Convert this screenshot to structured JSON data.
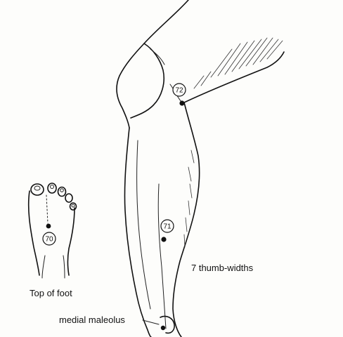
{
  "points": [
    {
      "id": "p72",
      "label": "72"
    },
    {
      "id": "p71",
      "label": "71"
    },
    {
      "id": "p70",
      "label": "70"
    }
  ],
  "labels": {
    "thumb_widths": "7 thumb-widths",
    "top_of_foot": "Top of foot",
    "medial_maleolus": "medial maleolus"
  },
  "colors": {
    "ink": "#111111",
    "paper": "#fdfdfb"
  }
}
